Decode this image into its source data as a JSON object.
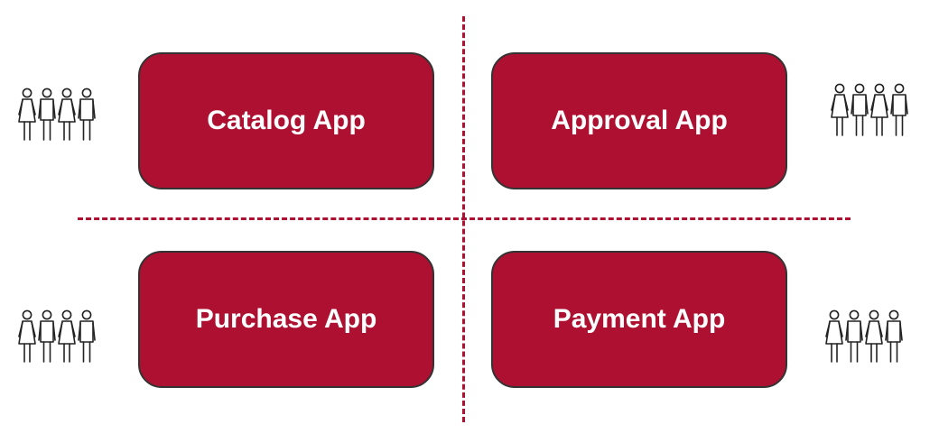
{
  "colors": {
    "box_fill": "#ad1030",
    "box_border": "#333333",
    "divider": "#ad1030",
    "icon_stroke": "#222222"
  },
  "apps": [
    {
      "id": "catalog",
      "label": "Catalog App"
    },
    {
      "id": "approval",
      "label": "Approval App"
    },
    {
      "id": "purchase",
      "label": "Purchase App"
    },
    {
      "id": "payment",
      "label": "Payment App"
    }
  ],
  "icons": {
    "user_group": "people-group-icon"
  }
}
